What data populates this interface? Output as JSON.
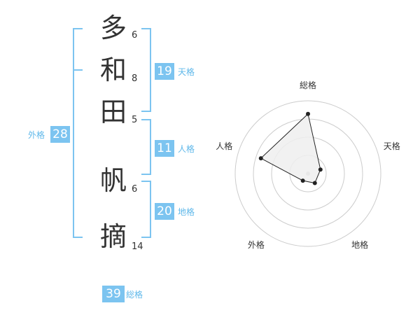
{
  "name": {
    "chars": [
      {
        "char": "多",
        "strokes": "6"
      },
      {
        "char": "和",
        "strokes": "8"
      },
      {
        "char": "田",
        "strokes": "5"
      },
      {
        "char": "帆",
        "strokes": "6"
      },
      {
        "char": "摘",
        "strokes": "14"
      }
    ]
  },
  "fortune": {
    "tenkaku": {
      "value": "19",
      "label": "天格"
    },
    "jinkaku": {
      "value": "11",
      "label": "人格"
    },
    "chikaku": {
      "value": "20",
      "label": "地格"
    },
    "gaikaku": {
      "value": "28",
      "label": "外格"
    },
    "soukaku": {
      "value": "39",
      "label": "総格"
    }
  },
  "chart_data": {
    "type": "radar",
    "axes": [
      "総格",
      "天格",
      "地格",
      "外格",
      "人格"
    ],
    "values": [
      4.1,
      0.9,
      0.8,
      0.6,
      3.4
    ],
    "max": 5,
    "rings": 4,
    "colors": {
      "fill": "#eeeeee",
      "line": "#222222",
      "grid": "#cccccc",
      "center": "#bbbbbb"
    }
  }
}
